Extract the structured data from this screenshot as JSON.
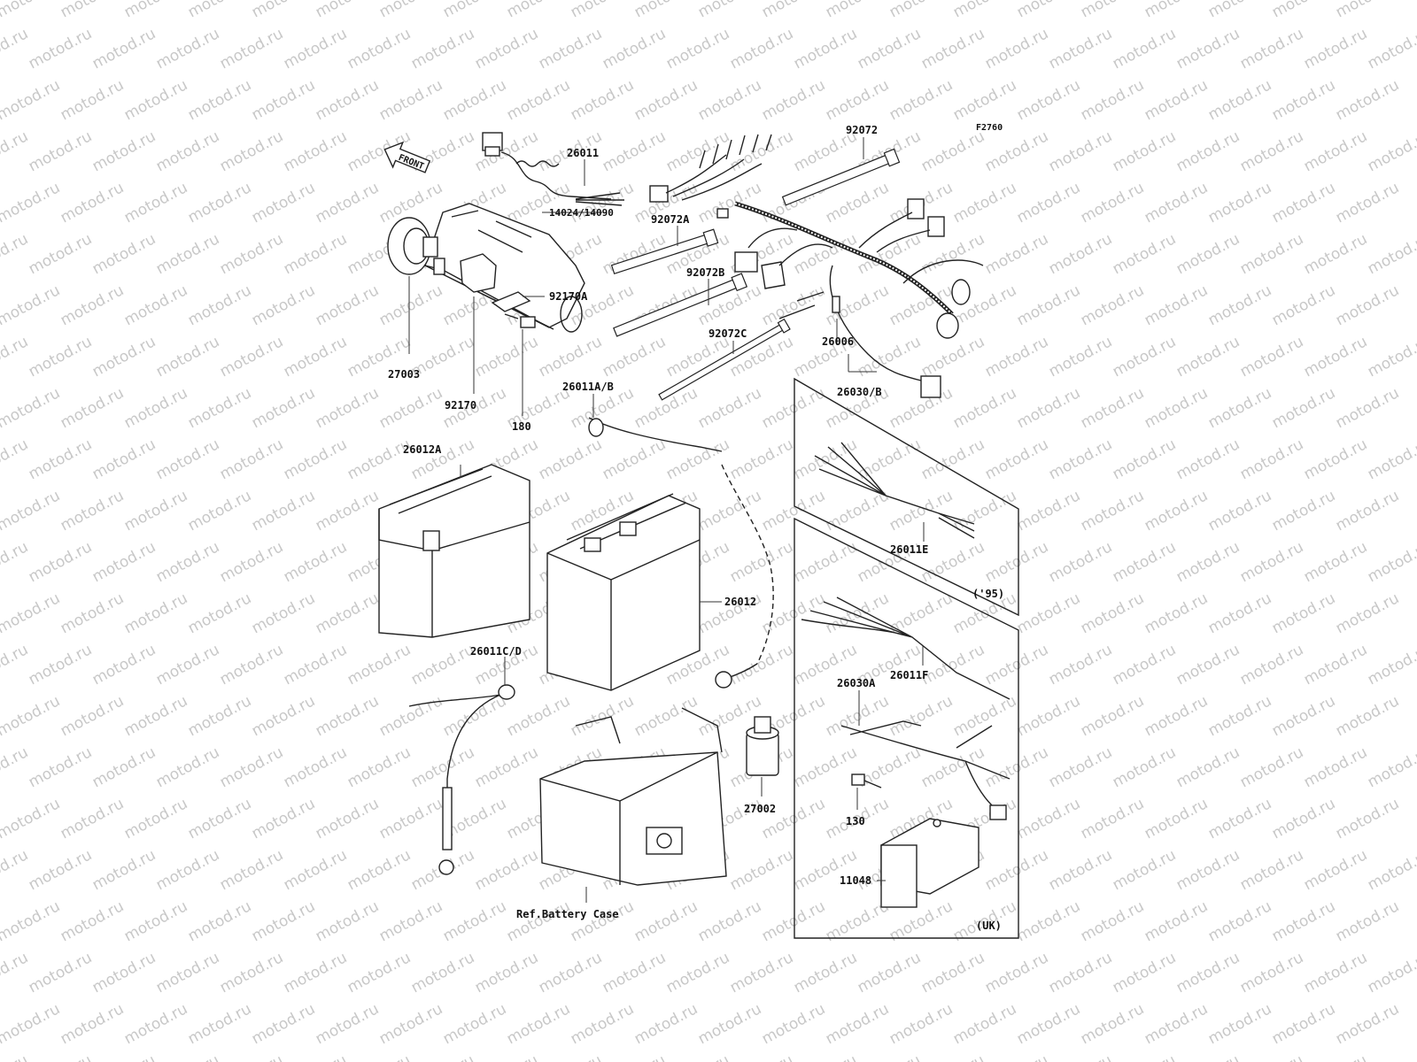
{
  "watermark": "motod.ru",
  "figure_code": "F2760",
  "front_label": "FRONT",
  "part_labels": {
    "p26011": "26011",
    "p14024": "14024/14090",
    "p92072A": "92072A",
    "p92072B": "92072B",
    "p92072C": "92072C",
    "p92072": "92072",
    "p27003": "27003",
    "p92170": "92170",
    "p92170A": "92170A",
    "p180": "180",
    "p26011AB": "26011A/B",
    "p26006": "26006",
    "p26030B": "26030/B",
    "p26012A": "26012A",
    "p26012": "26012",
    "p26011E": "26011E",
    "p26011CD": "26011C/D",
    "p27002": "27002",
    "p26011F": "26011F",
    "p26030A": "26030A",
    "p130": "130",
    "p11048": "11048",
    "ref_battery_case": "Ref.Battery Case"
  },
  "variant_labels": {
    "y95": "('95)",
    "uk": "(UK)"
  }
}
